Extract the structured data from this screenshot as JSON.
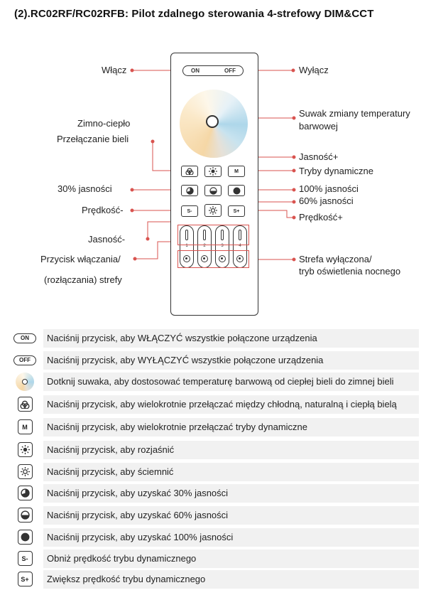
{
  "title": "(2).RC02RF/RC02RFB: Pilot zdalnego sterowania 4-strefowy DIM&CCT",
  "remote": {
    "on": "ON",
    "off": "OFF",
    "mode_btn": "M",
    "speed_minus": "S-",
    "speed_plus": "S+",
    "zones": [
      "1",
      "2",
      "3",
      "4"
    ]
  },
  "labels": {
    "wlacz": "Włącz",
    "wylacz": "Wyłącz",
    "zimno_cieplo": "Zimno-ciepło",
    "przelaczanie_bieli": "Przełączanie bieli",
    "suwak_1": "Suwak zmiany temperatury",
    "suwak_2": "barwowej",
    "jasnosc_plus": "Jasność+",
    "tryby_dynamiczne": "Tryby dynamiczne",
    "jasnosc_30": "30% jasności",
    "jasnosc_100": "100% jasności",
    "jasnosc_60": "60% jasności",
    "predkosc_minus": "Prędkość-",
    "predkosc_plus": "Prędkość+",
    "jasnosc_minus": "Jasność-",
    "przycisk_strefy_1": "Przycisk włączania/",
    "przycisk_strefy_2": "(rozłączania) strefy",
    "strefa_wyl_1": "Strefa wyłączona/",
    "strefa_wyl_2": "tryb oświetlenia nocnego"
  },
  "legend": [
    {
      "icon": "on-icon",
      "icon_text": "ON",
      "text": "Naciśnij przycisk, aby WŁĄCZYĆ wszystkie połączone urządzenia"
    },
    {
      "icon": "off-icon",
      "icon_text": "OFF",
      "text": "Naciśnij przycisk, aby WYŁĄCZYĆ wszystkie połączone urządzenia"
    },
    {
      "icon": "color-wheel-icon",
      "icon_text": "",
      "text": "Dotknij suwaka, aby dostosować temperaturę barwową od ciepłej bieli do zimnej bieli"
    },
    {
      "icon": "white-switch-icon",
      "icon_text": "",
      "text": "Naciśnij przycisk, aby wielokrotnie przełączać między chłodną, naturalną i ciepłą bielą"
    },
    {
      "icon": "mode-icon",
      "icon_text": "M",
      "text": "Naciśnij przycisk, aby wielokrotnie przełączać tryby dynamiczne"
    },
    {
      "icon": "brightness-up-icon",
      "icon_text": "",
      "text": "Naciśnij przycisk, aby rozjaśnić"
    },
    {
      "icon": "brightness-down-icon",
      "icon_text": "",
      "text": "Naciśnij przycisk, aby ściemnić"
    },
    {
      "icon": "brightness-30-icon",
      "icon_text": "",
      "text": "Naciśnij przycisk, aby uzyskać 30% jasności"
    },
    {
      "icon": "brightness-60-icon",
      "icon_text": "",
      "text": "Naciśnij przycisk, aby uzyskać 60% jasności"
    },
    {
      "icon": "brightness-100-icon",
      "icon_text": "",
      "text": "Naciśnij przycisk, aby uzyskać 100% jasności"
    },
    {
      "icon": "speed-minus-icon",
      "icon_text": "S-",
      "text": "Obniż prędkość trybu dynamicznego"
    },
    {
      "icon": "speed-plus-icon",
      "icon_text": "S+",
      "text": "Zwiększ prędkość trybu dynamicznego"
    }
  ],
  "colors": {
    "callout_line": "#d9534f",
    "frame": "#333333",
    "row_bg": "#f1f1f1"
  }
}
